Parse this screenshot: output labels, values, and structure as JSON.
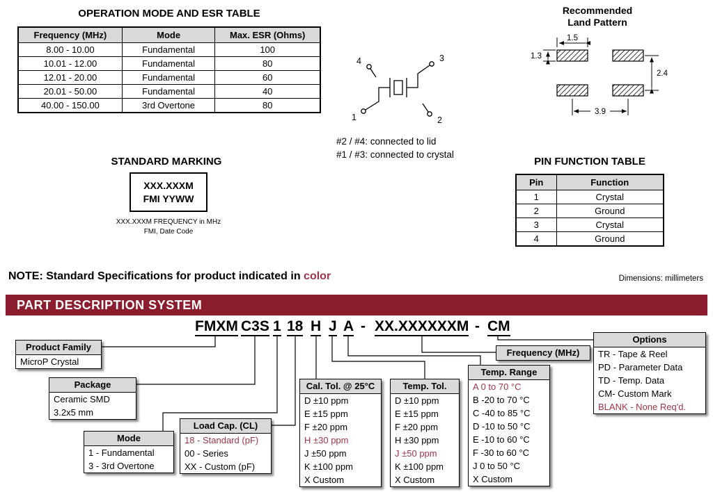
{
  "colors": {
    "accent": "#9e3448",
    "banner_bg": "#8c1d2e",
    "table_header_bg": "#d9d9d9"
  },
  "esr_table": {
    "title": "OPERATION MODE AND ESR TABLE",
    "headers": [
      "Frequency (MHz)",
      "Mode",
      "Max. ESR (Ohms)"
    ],
    "rows": [
      [
        "8.00 - 10.00",
        "Fundamental",
        "100"
      ],
      [
        "10.01 - 12.00",
        "Fundamental",
        "80"
      ],
      [
        "12.01 - 20.00",
        "Fundamental",
        "60"
      ],
      [
        "20.01 - 50.00",
        "Fundamental",
        "40"
      ],
      [
        "40.00 - 150.00",
        "3rd Overtone",
        "80"
      ]
    ]
  },
  "schematic": {
    "pins": {
      "p1": "1",
      "p2": "2",
      "p3": "3",
      "p4": "4"
    },
    "note1": "#2 / #4: connected to lid",
    "note2": "#1 / #3: connected to crystal"
  },
  "land_pattern": {
    "title1": "Recommended",
    "title2": "Land Pattern",
    "dim_pad_width": "1.5",
    "dim_pad_height": "1.3",
    "dim_row_pitch": "2.4",
    "dim_col_pitch": "3.9"
  },
  "standard_marking": {
    "title": "STANDARD MARKING",
    "line1": "XXX.XXXM",
    "line2": "FMI YYWW",
    "caption1": "XXX.XXXM FREQUENCY in MHz",
    "caption2": "FMI, Date Code"
  },
  "pin_table": {
    "title": "PIN FUNCTION TABLE",
    "headers": [
      "Pin",
      "Function"
    ],
    "rows": [
      [
        "1",
        "Crystal"
      ],
      [
        "2",
        "Ground"
      ],
      [
        "3",
        "Crystal"
      ],
      [
        "4",
        "Ground"
      ]
    ]
  },
  "note": {
    "bold": "NOTE: Standard Specifications for product indicated in ",
    "colored": "color"
  },
  "dimensions_note": "Dimensions: millimeters",
  "pds": {
    "banner": "PART DESCRIPTION SYSTEM",
    "segments": [
      "FMXM",
      "C3S",
      "1",
      "18",
      "H",
      "J",
      "A",
      "-",
      "XX.XXXXXXM",
      "-",
      "CM"
    ],
    "product_family": {
      "title": "Product Family",
      "items": [
        "MicroP Crystal"
      ]
    },
    "package": {
      "title": "Package",
      "items": [
        "Ceramic SMD",
        "3.2x5 mm"
      ]
    },
    "mode": {
      "title": "Mode",
      "items": [
        "1 - Fundamental",
        "3 - 3rd Overtone"
      ]
    },
    "load_cap": {
      "title": "Load Cap. (CL)",
      "items": [
        "18 - Standard (pF)",
        "00 - Series",
        "XX - Custom (pF)"
      ],
      "highlight_index": 0
    },
    "cal_tol": {
      "title": "Cal. Tol. @ 25°C",
      "items": [
        "D ±10 ppm",
        "E ±15 ppm",
        "F ±20 ppm",
        "H ±30 ppm",
        "J ±50 ppm",
        "K ±100 ppm",
        "X Custom"
      ],
      "highlight_index": 3
    },
    "temp_tol": {
      "title": "Temp. Tol.",
      "items": [
        "D ±10 ppm",
        "E ±15 ppm",
        "F ±20 ppm",
        "H ±30 ppm",
        "J ±50 ppm",
        "K ±100 ppm",
        "X Custom"
      ],
      "highlight_index": 4
    },
    "temp_range": {
      "title": "Temp. Range",
      "items": [
        "A 0 to 70 °C",
        "B -20 to 70 °C",
        "C -40 to 85 °C",
        "D -10 to 50 °C",
        "E -10 to 60 °C",
        "F -30 to 60 °C",
        "J 0 to 50 °C",
        "X Custom"
      ],
      "highlight_index": 0
    },
    "frequency": {
      "title": "Frequency (MHz)"
    },
    "options": {
      "title": "Options",
      "items": [
        "TR - Tape & Reel",
        "PD - Parameter Data",
        "TD - Temp. Data",
        "CM- Custom Mark",
        "BLANK - None Req'd."
      ],
      "highlight_index": 4
    }
  }
}
